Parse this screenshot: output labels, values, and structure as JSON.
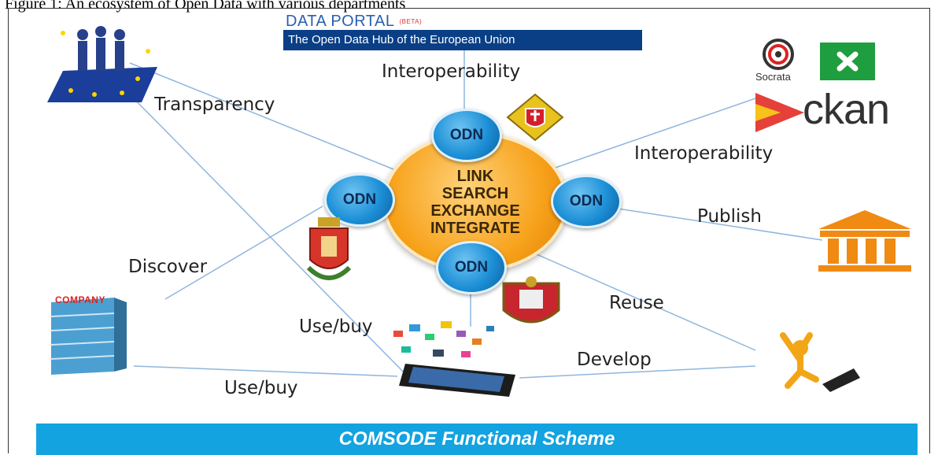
{
  "caption": "Figure 1: An ecosystem of Open Data with various departments",
  "portal": {
    "title": "DATA PORTAL",
    "beta": "(BETA)",
    "subtitle": "The Open Data Hub of the European Union"
  },
  "hub": {
    "lines": [
      "LINK",
      "SEARCH",
      "EXCHANGE",
      "INTEGRATE"
    ]
  },
  "nodes": {
    "top": "ODN",
    "left": "ODN",
    "right": "ODN",
    "bottom": "ODN"
  },
  "labels": {
    "interop_top": "Interoperability",
    "transparency": "Transparency",
    "interop_right": "Interoperability",
    "publish": "Publish",
    "discover": "Discover",
    "reuse": "Reuse",
    "usebuy_center": "Use/buy",
    "develop": "Develop",
    "usebuy_bottom": "Use/buy"
  },
  "logos": {
    "company": "COMPANY",
    "socrata": "Socrata",
    "ckan": "ckan"
  },
  "footer": "COMSODE Functional Scheme",
  "colors": {
    "odn_blue": "#1c8fd6",
    "hub_orange": "#f7a21b",
    "footer_blue": "#12a3e0",
    "portal_navy": "#0a3f86"
  },
  "icons": [
    "eu-people-icon",
    "slovak-crest-icon",
    "town-crest-icon",
    "city-crest-icon",
    "company-building-icon",
    "smartphone-icon",
    "developer-icon",
    "government-building-icon",
    "socrata-logo",
    "lombardia-logo",
    "ckan-logo"
  ]
}
